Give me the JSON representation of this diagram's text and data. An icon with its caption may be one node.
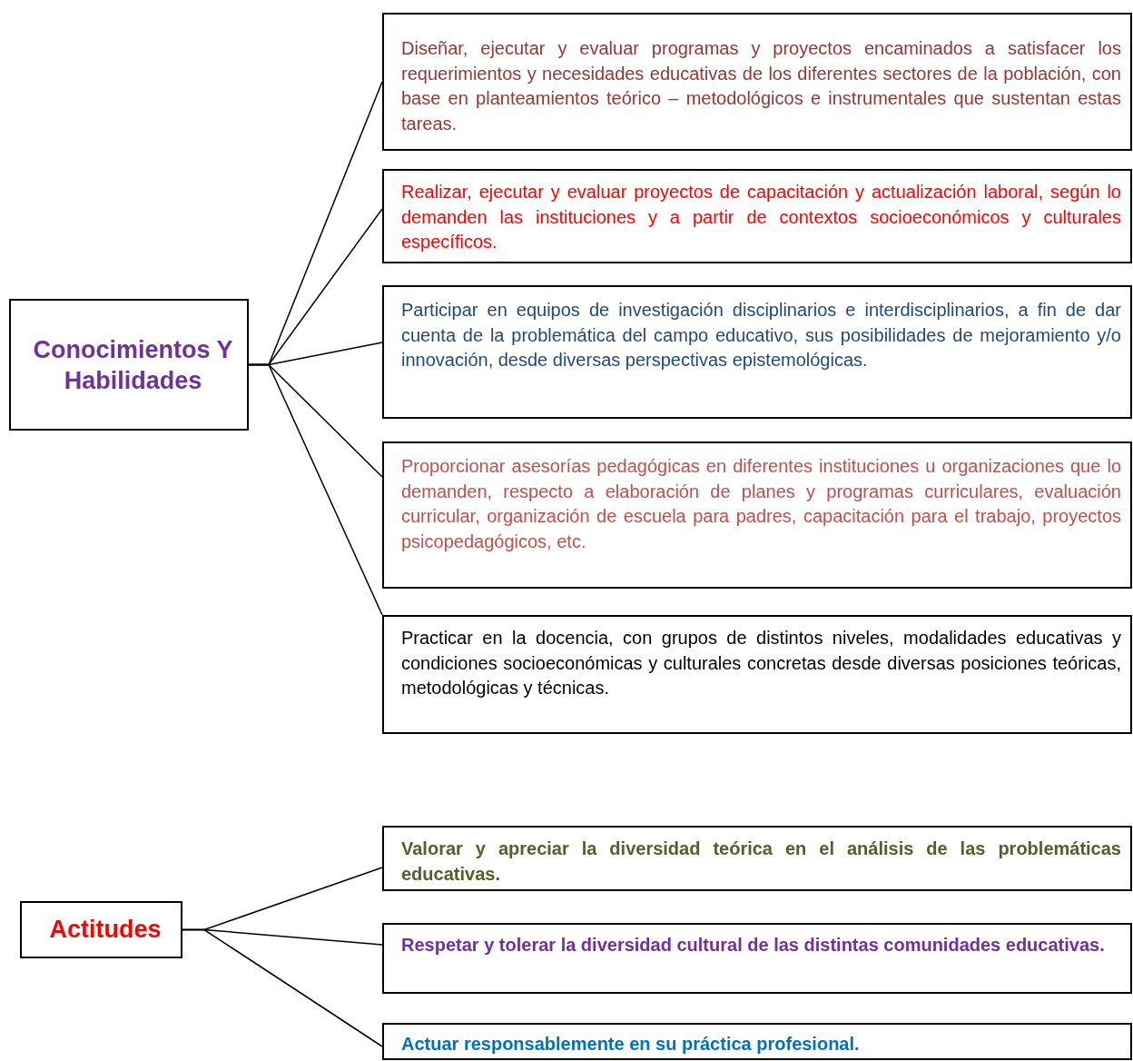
{
  "diagram": {
    "nodes": [
      {
        "text": [
          "Conocimientos Y Habilidades"
        ]
      },
      {
        "text": [
          "Diseñar, ejecutar y evaluar programas y proyectos encaminados a satisfacer los requerimientos y necesidades educativas de los diferentes sectores de la población, con base en planteamientos teórico – metodológicos e instrumentales que sustentan estas tareas."
        ]
      },
      {
        "text": [
          "Realizar, ejecutar y evaluar proyectos de capacitación y actualización laboral, según lo demanden las instituciones y a partir de contextos socioeconómicos y culturales específicos."
        ]
      },
      {
        "text": [
          "Participar en equipos de investigación disciplinarios e interdisciplinarios, a fin de dar cuenta de la problemática del campo educativo, sus posibilidades de mejoramiento y/o innovación, desde diversas perspectivas epistemológicas."
        ]
      },
      {
        "text": [
          "Proporcionar asesorías pedagógicas en diferentes instituciones u organizaciones que lo demanden, respecto a elaboración de planes y programas curriculares, evaluación curricular, organización de escuela para padres, capacitación para el trabajo, proyectos psicopedagógicos, etc."
        ]
      },
      {
        "text": [
          "Practicar en la docencia, con grupos de distintos niveles, modalidades educativas y condiciones socioeconómicas y culturales concretas desde diversas posiciones teóricas, metodológicas y técnicas."
        ]
      },
      {
        "text": [
          "Actitudes"
        ]
      },
      {
        "text": [
          "Valorar y apreciar la diversidad teórica en el análisis de las problemáticas educativas."
        ]
      },
      {
        "text": [
          "Respetar y tolerar la diversidad cultural de las distintas comunidades educativas."
        ]
      },
      {
        "text": [
          "Actuar responsablemente en su práctica profesional."
        ]
      }
    ],
    "edges": [
      {
        "from": 0,
        "to": 1,
        "arrow": "none"
      },
      {
        "from": 0,
        "to": 2,
        "arrow": "none"
      },
      {
        "from": 0,
        "to": 3,
        "arrow": "none"
      },
      {
        "from": 0,
        "to": 4,
        "arrow": "none"
      },
      {
        "from": 0,
        "to": 5,
        "arrow": "none"
      },
      {
        "from": 6,
        "to": 7,
        "arrow": "none"
      },
      {
        "from": 6,
        "to": 8,
        "arrow": "none"
      },
      {
        "from": 6,
        "to": 9,
        "arrow": "none"
      }
    ]
  }
}
